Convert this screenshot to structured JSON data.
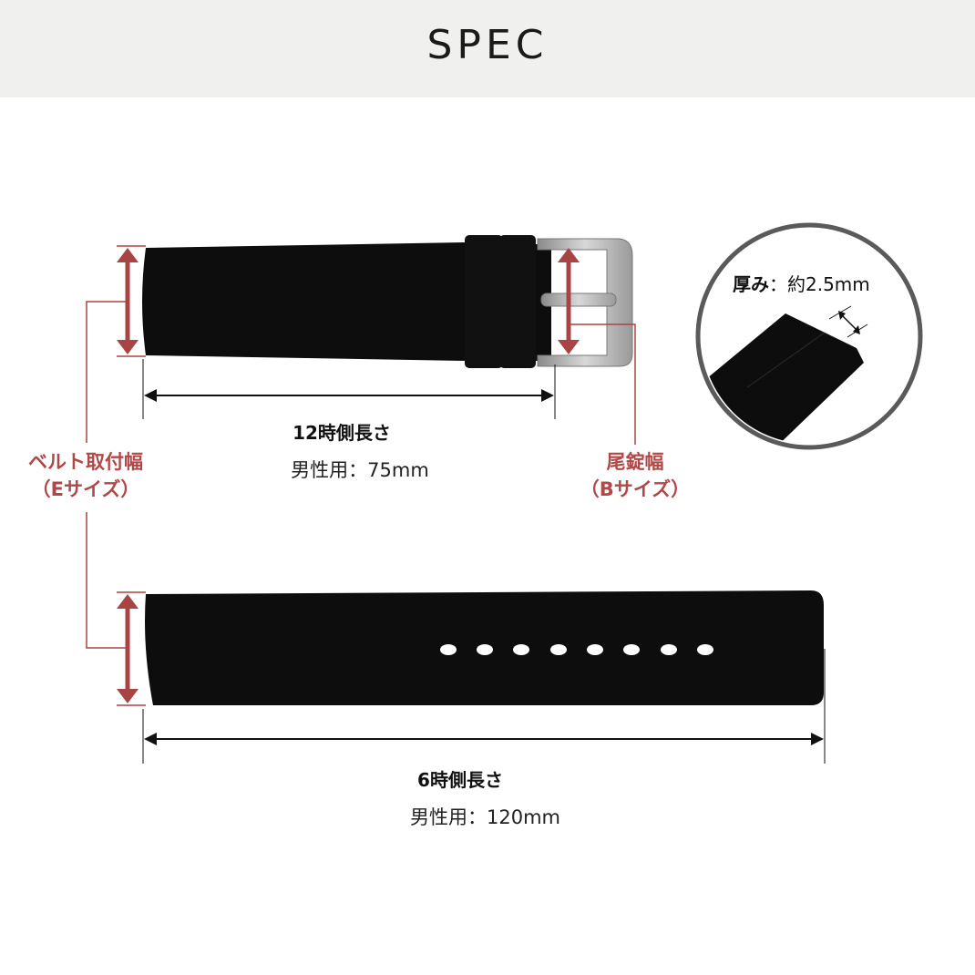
{
  "header": {
    "title": "SPEC"
  },
  "short_strap": {
    "name": "12時側長さ",
    "value": "男性用：75mm"
  },
  "long_strap": {
    "name": "6時側長さ",
    "value": "男性用：120mm"
  },
  "strap_width": {
    "line1": "ベルト取付幅",
    "line2": "（Eサイズ）"
  },
  "buckle_width": {
    "line1": "尾錠幅",
    "line2": "（Bサイズ）"
  },
  "thickness": {
    "label": "厚み",
    "value": "：約2.5mm"
  },
  "colors": {
    "accent": "#a94444",
    "strap": "#0d0d0d",
    "header_bg": "#f0f0ef"
  }
}
